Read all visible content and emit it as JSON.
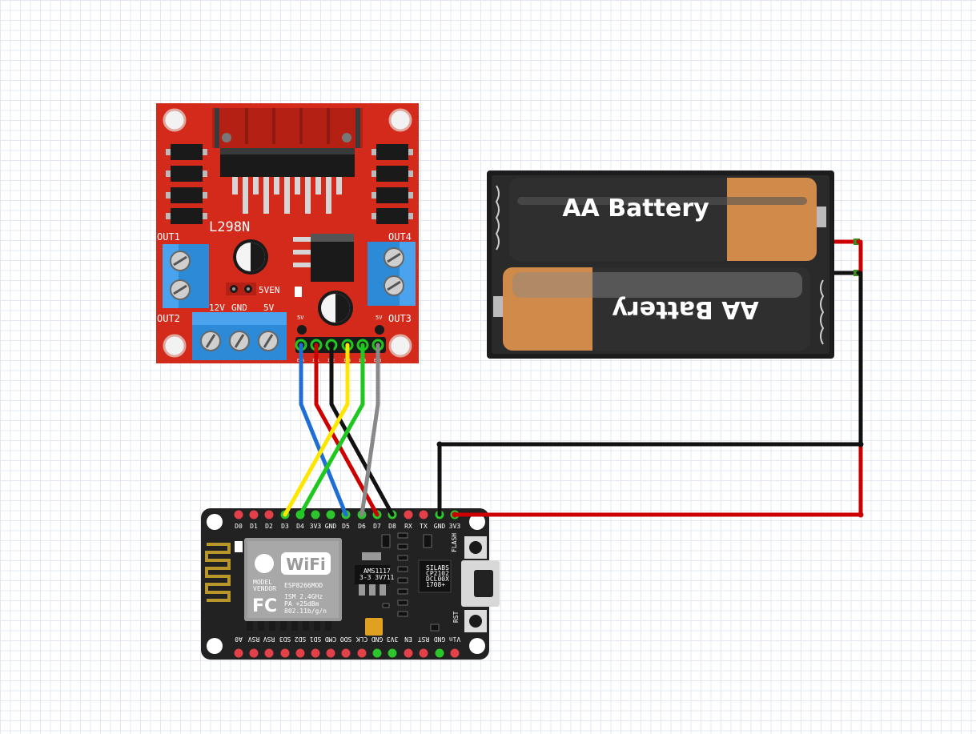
{
  "l298n": {
    "title": "L298N",
    "out1": "OUT1",
    "out2": "OUT2",
    "out3": "OUT3",
    "out4": "OUT4",
    "enable_label": "5VEN",
    "power_labels": [
      "12V",
      "GND",
      "5V"
    ],
    "jumper_5v_left": "5V",
    "jumper_5v_right": "5V",
    "input_pins": [
      "ENA",
      "IN1",
      "IN2",
      "IN3",
      "IN4",
      "ENB"
    ]
  },
  "battery": {
    "top_label": "AA Battery",
    "bottom_label": "AA Battery"
  },
  "nodemcu": {
    "top_pins": [
      "D0",
      "D1",
      "D2",
      "D3",
      "D4",
      "3V3",
      "GND",
      "D5",
      "D6",
      "D7",
      "D8",
      "RX",
      "TX",
      "GND",
      "3V3"
    ],
    "bottom_pins": [
      "A0",
      "RSV",
      "RSV",
      "SD3",
      "SD2",
      "SD1",
      "CMD",
      "SDO",
      "CLK",
      "GND",
      "3V3",
      "EN",
      "RST",
      "GND",
      "Vin"
    ],
    "module": {
      "wifi_text": "WiFi",
      "model": "MODEL",
      "vendor": "VENDOR",
      "name": "ESP8266MOD",
      "spec1": "ISM 2.4GHz",
      "spec2": "PA  +25dBm",
      "spec3": "802.11b/g/n",
      "fcc": "FC"
    },
    "regulator": [
      "AMS1117",
      "3-3  3V711"
    ],
    "usb_chip": [
      "SILABS",
      "CP2102",
      "DCL00X",
      "1708+"
    ],
    "flash_label": "FLASH",
    "rst_label": "RST"
  },
  "wire_colors": {
    "red": "#cc0000",
    "black": "#111111",
    "blue": "#1f6ed4",
    "yellow": "#ffe600",
    "green": "#1ec81e",
    "gray": "#888888"
  }
}
